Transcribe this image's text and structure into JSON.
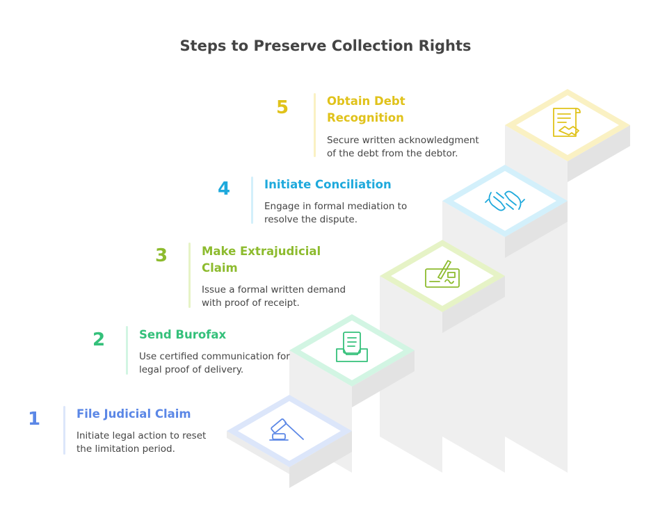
{
  "title": "Steps to Preserve Collection Rights",
  "steps": [
    {
      "number": "1",
      "title": "File Judicial Claim",
      "description": [
        "Initiate legal action to reset",
        "the limitation period."
      ],
      "color": "#5b87e6",
      "light": "#dce6fa",
      "icon": "gavel-icon"
    },
    {
      "number": "2",
      "title": "Send Burofax",
      "description": [
        "Use certified communication for",
        "legal proof of delivery."
      ],
      "color": "#34c07a",
      "light": "#d2f5e3",
      "icon": "document-tray-icon"
    },
    {
      "number": "3",
      "title": [
        "Make Extrajudicial",
        "Claim"
      ],
      "description": [
        "Issue a formal written demand",
        "with proof of receipt."
      ],
      "color": "#8dbb2e",
      "light": "#e6f3c6",
      "icon": "signed-check-icon"
    },
    {
      "number": "4",
      "title": "Initiate Conciliation",
      "description": [
        "Engage in formal mediation to",
        "resolve the dispute."
      ],
      "color": "#1ea9dc",
      "light": "#d3f0fb",
      "icon": "handshake-hands-icon"
    },
    {
      "number": "5",
      "title": [
        "Obtain Debt",
        "Recognition"
      ],
      "description": [
        "Secure written acknowledgment",
        "of the debt from the debtor."
      ],
      "color": "#e0c21a",
      "light": "#faf1c3",
      "icon": "scroll-handshake-icon"
    }
  ]
}
